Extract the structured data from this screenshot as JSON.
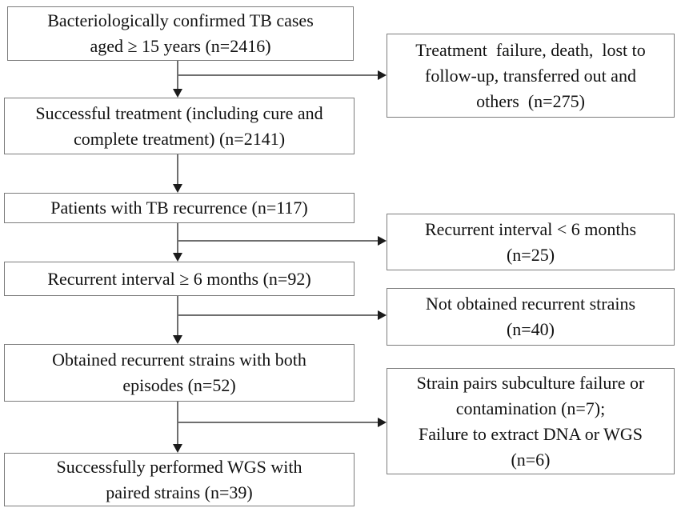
{
  "figure": {
    "type": "flowchart",
    "colors": {
      "background": "#ffffff",
      "box_border": "#7c7c7c",
      "connector_line": "#6f6f6f",
      "arrowhead": "#1b1b1b",
      "text": "#111111"
    }
  },
  "boxes": {
    "main": [
      {
        "text": "Bacteriologically confirmed TB cases\naged ≥ 15 years (n=2416)",
        "n": 2416
      },
      {
        "text": "Successful treatment (including cure and\ncomplete treatment) (n=2141)",
        "n": 2141
      },
      {
        "text": "Patients with TB recurrence (n=117)",
        "n": 117
      },
      {
        "text": "Recurrent interval ≥ 6 months (n=92)",
        "n": 92
      },
      {
        "text": "Obtained recurrent strains with both\nepisodes (n=52)",
        "n": 52
      },
      {
        "text": "Successfully performed WGS with\npaired strains (n=39)",
        "n": 39
      }
    ],
    "excluded": [
      {
        "text": "Treatment  failure, death,  lost to\nfollow-up, transferred out and\nothers  (n=275)",
        "n": 275
      },
      {
        "text": "Recurrent interval < 6 months\n(n=25)",
        "n": 25
      },
      {
        "text": "Not obtained recurrent strains\n(n=40)",
        "n": 40
      },
      {
        "text": "Strain pairs subculture failure or\ncontamination (n=7);\nFailure to extract DNA or WGS\n(n=6)",
        "n": "7;6"
      }
    ]
  }
}
